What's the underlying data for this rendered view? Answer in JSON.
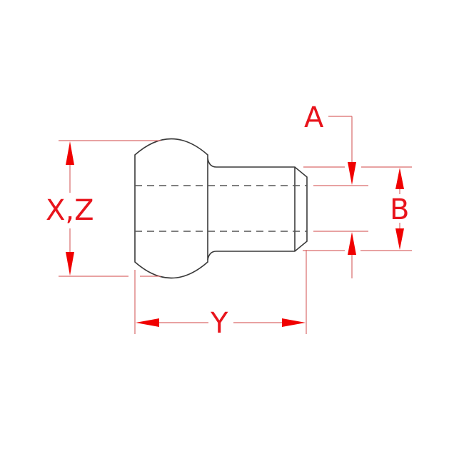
{
  "diagram": {
    "type": "technical-drawing",
    "subject": "ball-end fitting side view",
    "colors": {
      "outline": "#3a3a3a",
      "hidden_line": "#555555",
      "dimension": "#d96a6a",
      "arrow": "#f00000",
      "label": "#e8141c"
    },
    "labels": {
      "a": "A",
      "b": "B",
      "xz": "X,Z",
      "y": "Y"
    }
  }
}
